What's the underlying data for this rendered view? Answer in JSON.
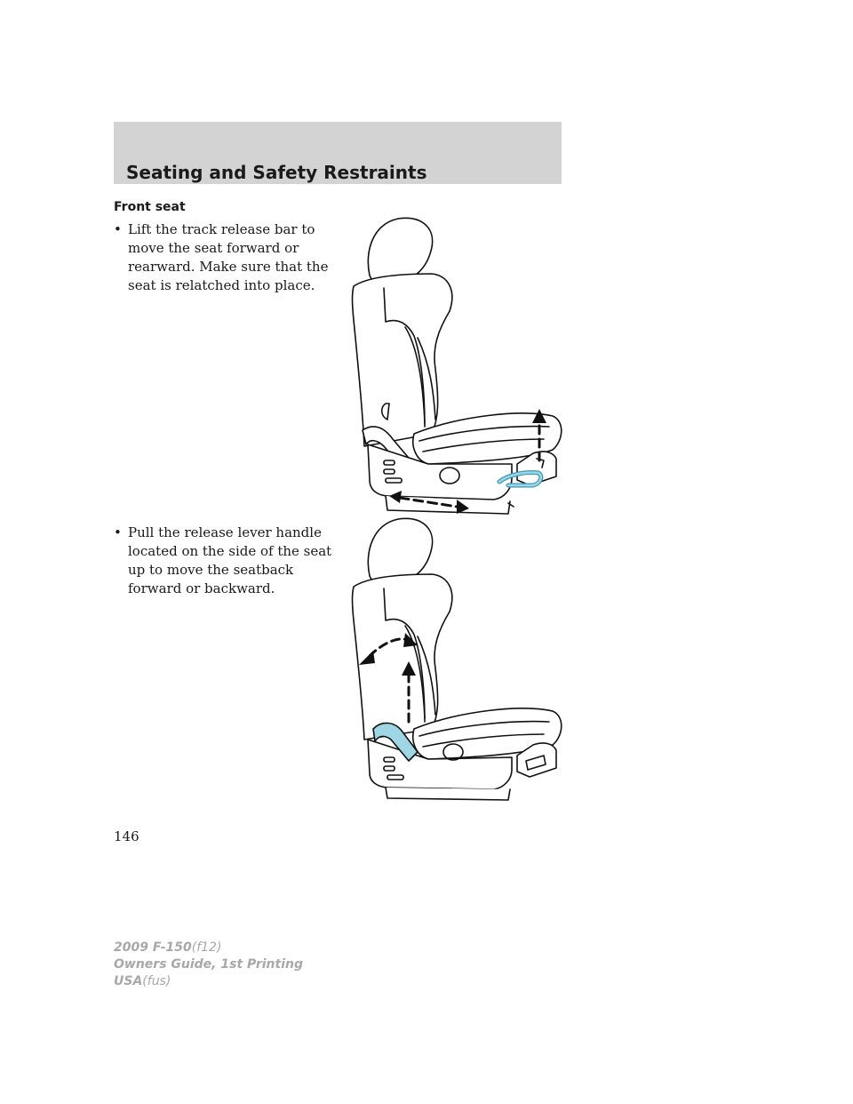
{
  "header": {
    "section_title": "Seating and Safety Restraints"
  },
  "content": {
    "subheading": "Front seat",
    "bullets": [
      {
        "marker": "•",
        "text": "Lift the track release bar to move the seat forward or rearward. Make sure that the seat is relatched into place."
      },
      {
        "marker": "•",
        "text": "Pull the release lever handle located on the side of the seat up to move the seatback forward or backward."
      }
    ]
  },
  "page_number": "146",
  "footer": {
    "line1_bold": "2009 F-150",
    "line1_thin": "(f12)",
    "line2": "Owners Guide, 1st Printing",
    "line3_bold": "USA",
    "line3_thin": "(fus)"
  },
  "colors": {
    "header_band": "#d3d3d3",
    "highlight": "#9fd6e6",
    "footer_text": "#a8a8a8"
  }
}
